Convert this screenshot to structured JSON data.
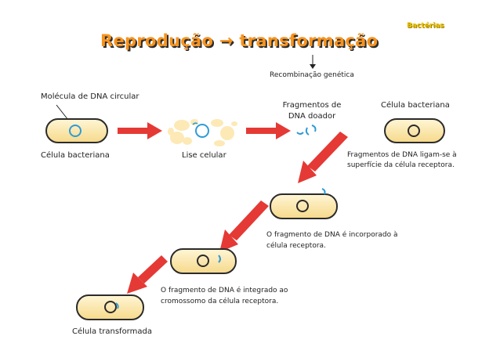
{
  "header": {
    "category": "Bactérias",
    "title_part1": "Reprodução",
    "title_arrow": "→",
    "title_part2": "transformação"
  },
  "labels": {
    "recombination": "Recombinação genética",
    "circular_dna": "Molécula de DNA circular",
    "donor_fragments": "Fragmentos de DNA doador",
    "bacterial_cell_right": "Célula bacteriana",
    "bacterial_cell_left": "Célula bacteriana",
    "cell_lysis": "Lise celular",
    "fragments_bind": "Fragmentos de DNA ligam-se à superfície da célula receptora.",
    "fragment_incorporated": "O fragmento de DNA é incorporado à célula receptora.",
    "fragment_integrated": "O fragmento de DNA é integrado ao cromossomo da célula receptora.",
    "transformed_cell": "Célula transformada"
  },
  "colors": {
    "title": "#f7931e",
    "cell_fill": "#fde9b5",
    "cell_stroke": "#2b2b2b",
    "arrow": "#e53935",
    "dna_blue": "#2f9bd6",
    "category": "#e6c200"
  }
}
